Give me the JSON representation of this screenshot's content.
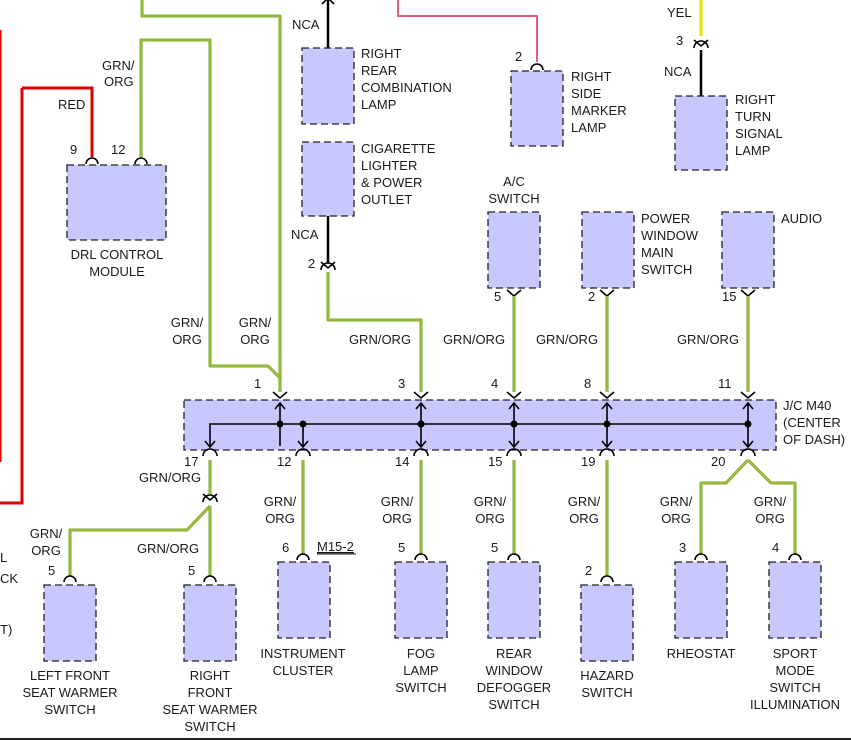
{
  "top": {
    "nca_lamp": "NCA",
    "right_rear_lamp": [
      "RIGHT",
      "REAR",
      "COMBINATION",
      "LAMP"
    ],
    "cig_lighter": [
      "CIGARETTE",
      "LIGHTER",
      "& POWER",
      "OUTLET"
    ],
    "nca_cig": "NCA",
    "cig_pin": "2",
    "side_marker_pin": "2",
    "side_marker": [
      "RIGHT",
      "SIDE",
      "MARKER",
      "LAMP"
    ],
    "yel": "YEL",
    "turn_pin": "3",
    "nca_turn": "NCA",
    "turn_lamp": [
      "RIGHT",
      "TURN",
      "SIGNAL",
      "LAMP"
    ]
  },
  "drl": {
    "red": "RED",
    "grn_org": [
      "GRN/",
      "ORG"
    ],
    "pin9": "9",
    "pin12": "12",
    "label": [
      "DRL CONTROL",
      "MODULE"
    ]
  },
  "upper_switches": {
    "ac": [
      "A/C",
      "SWITCH"
    ],
    "ac_pin": "5",
    "power_window": [
      "POWER",
      "WINDOW",
      "MAIN",
      "SWITCH"
    ],
    "pw_pin": "2",
    "audio": "AUDIO",
    "audio_pin": "15"
  },
  "wire_labels": {
    "grn_org": "GRN/ORG",
    "grn_split": [
      "GRN/",
      "ORG"
    ]
  },
  "jc": {
    "label": [
      "J/C M40",
      "(CENTER",
      "OF DASH)"
    ],
    "top_pins": [
      "1",
      "3",
      "4",
      "8",
      "11"
    ],
    "bottom_pins": [
      "17",
      "12",
      "14",
      "15",
      "19",
      "20"
    ]
  },
  "lower": {
    "left_seat_pin": "5",
    "left_seat": [
      "LEFT FRONT",
      "SEAT WARMER",
      "SWITCH"
    ],
    "right_seat_pin": "5",
    "right_seat": [
      "RIGHT",
      "FRONT",
      "SEAT WARMER",
      "SWITCH"
    ],
    "cluster_pin": "6",
    "cluster_ref": "M15-2",
    "cluster": [
      "INSTRUMENT",
      "CLUSTER"
    ],
    "fog_pin": "5",
    "fog": [
      "FOG",
      "LAMP",
      "SWITCH"
    ],
    "defog_pin": "5",
    "defog": [
      "REAR",
      "WINDOW",
      "DEFOGGER",
      "SWITCH"
    ],
    "hazard_pin": "2",
    "hazard": [
      "HAZARD",
      "SWITCH"
    ],
    "rheostat_pin": "3",
    "rheostat": "RHEOSTAT",
    "sport_pin": "4",
    "sport": [
      "SPORT",
      "MODE",
      "SWITCH",
      "ILLUMINATION"
    ]
  },
  "edge_fragments": {
    "a": "L",
    "b": "CK",
    "c": "T)"
  }
}
